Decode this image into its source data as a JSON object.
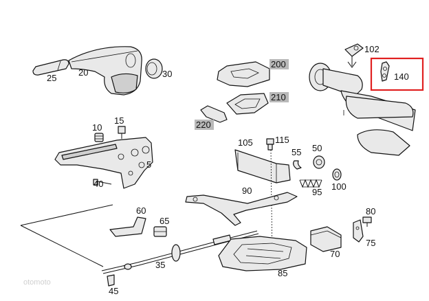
{
  "labels": {
    "l25": "25",
    "l20": "20",
    "l30": "30",
    "l15": "15",
    "l10": "10",
    "l5": "5",
    "l40": "40",
    "l200": "200",
    "l210": "210",
    "l220": "220",
    "l102": "102",
    "l140": "140",
    "l105": "105",
    "l115": "115",
    "l55": "55",
    "l50": "50",
    "l90": "90",
    "l95": "95",
    "l100": "100",
    "l60": "60",
    "l65": "65",
    "l80": "80",
    "l75": "75",
    "l70": "70",
    "l35": "35",
    "l45": "45",
    "l85": "85"
  },
  "watermark": "otomoto",
  "colors": {
    "highlight_box": "#e02020",
    "label_background": "#b9b9b9"
  }
}
